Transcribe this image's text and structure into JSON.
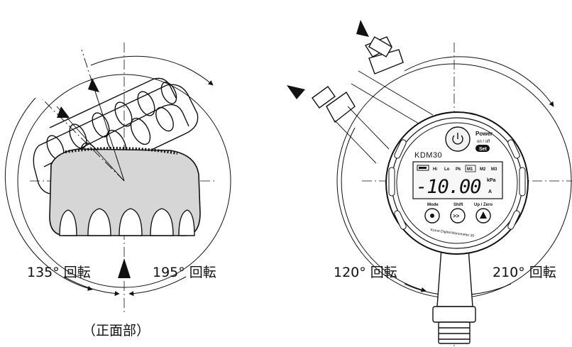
{
  "left_view": {
    "label_left": "135° 回転",
    "label_right": "195° 回転",
    "caption": "（正面部）"
  },
  "right_view": {
    "label_left": "120° 回転",
    "label_right": "210° 回転"
  },
  "gauge": {
    "brand": "KDM30",
    "power_label": "Power",
    "on_off_label": "on / off",
    "set_label": "Set",
    "indicators": [
      "Hi",
      "Lo",
      "Pk",
      "M1",
      "M2",
      "M3"
    ],
    "reading": "-10.00",
    "unit": "kPa",
    "sub_unit": "A",
    "mode_label": "Mode",
    "shift_label": "Shift",
    "upzero_label": "Up / Zero",
    "model_text": "Krone Digital Manometer 30"
  }
}
